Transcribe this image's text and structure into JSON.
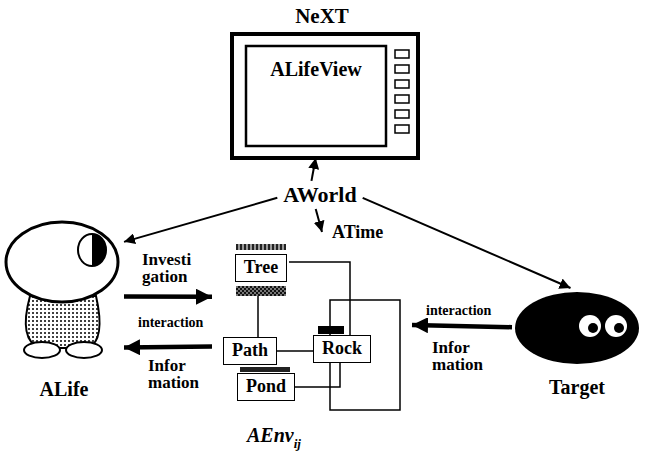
{
  "diagram": {
    "nodes": [
      {
        "text": [
          "ALifeView"
        ]
      },
      {
        "text": [
          "AWorld"
        ]
      },
      {
        "text": [
          "ALife"
        ]
      },
      {
        "text": [
          "AEnv",
          "ij"
        ]
      },
      {
        "text": [
          "Tree"
        ],
        "in": 3
      },
      {
        "text": [
          "Rock"
        ],
        "in": 3
      },
      {
        "text": [
          "Path"
        ],
        "in": 3
      },
      {
        "text": [
          "Pond"
        ],
        "in": 3
      },
      {
        "text": [
          "Target"
        ]
      }
    ],
    "edges": [
      {
        "from": 1,
        "to": 0,
        "arrow": "to"
      },
      {
        "from": 1,
        "to": 2,
        "arrow": "to"
      },
      {
        "from": 1,
        "to": 3,
        "label": "ATime",
        "arrow": "to"
      },
      {
        "from": 1,
        "to": 8,
        "arrow": "to"
      },
      {
        "from": 2,
        "to": 3,
        "label": "Investi gation",
        "arrow": "to"
      },
      {
        "from": 3,
        "to": 2,
        "label": "Infor mation",
        "arrow": "to"
      },
      {
        "from": 8,
        "to": 3,
        "label": "Infor mation",
        "arrow": "to"
      }
    ],
    "labels": [
      "NeXT",
      "interaction",
      "interaction"
    ]
  }
}
